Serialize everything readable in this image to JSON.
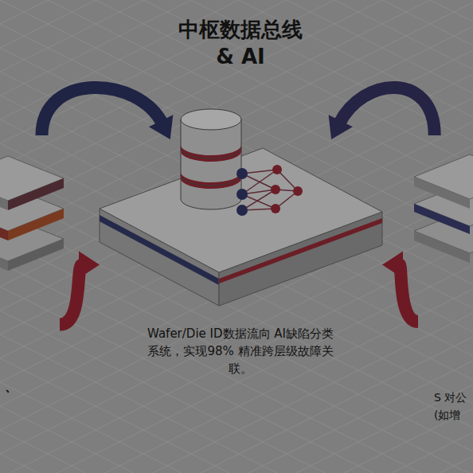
{
  "diagram": {
    "nodes": [
      {
        "text": [
          "、"
        ]
      },
      {
        "text": [
          "中枢数据总线 & AI",
          "Wafer/Die ID数据流向 AI缺陷分类系统，实现98% 精准跨层级故障关联。"
        ]
      },
      {
        "text": [
          "S 对公 (如增"
        ]
      }
    ],
    "edges": [
      {
        "from": 0,
        "to": 1,
        "arrow": "to"
      },
      {
        "from": 0,
        "to": 1,
        "arrow": "to"
      },
      {
        "from": 2,
        "to": 1,
        "arrow": "to"
      },
      {
        "from": 2,
        "to": 1,
        "arrow": "to"
      }
    ]
  }
}
